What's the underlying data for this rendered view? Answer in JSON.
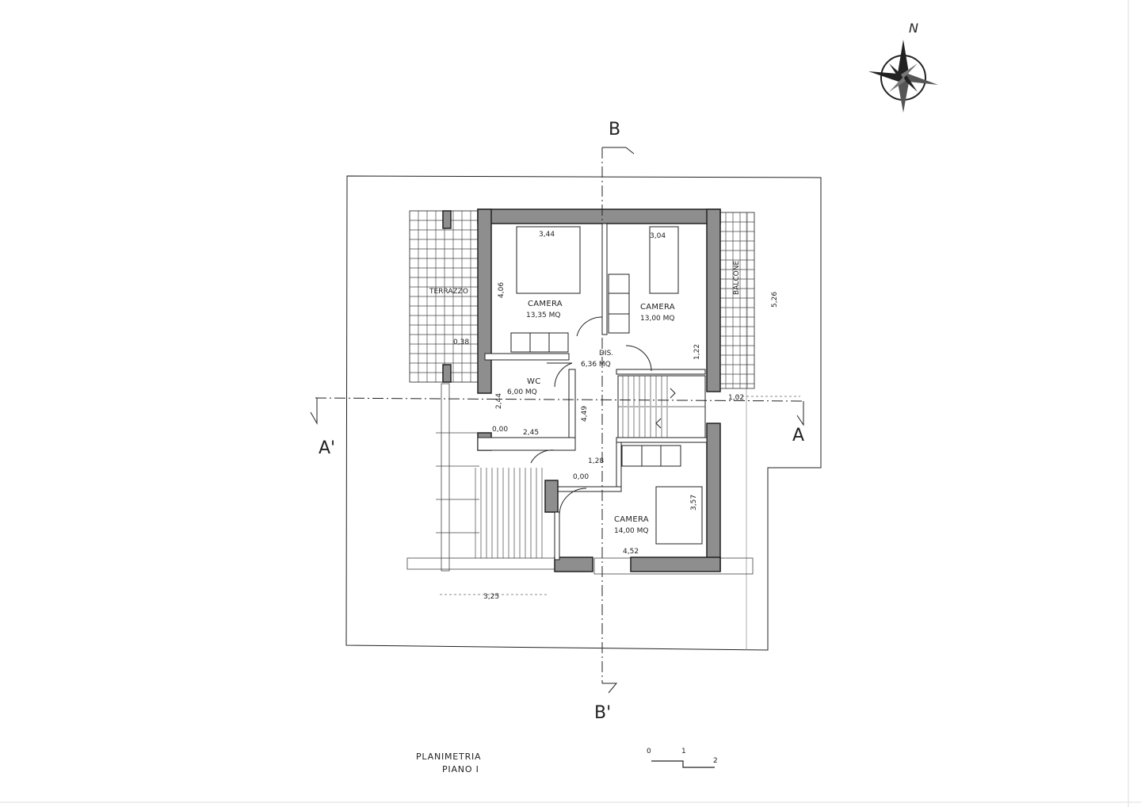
{
  "compass": {
    "north_label": "N"
  },
  "sections": {
    "b_top": "B",
    "b_bottom": "B'",
    "a_right": "A",
    "a_left": "A'"
  },
  "rooms": {
    "camera1": {
      "name": "CAMERA",
      "area": "13,35 MQ"
    },
    "camera2": {
      "name": "CAMERA",
      "area": "13,00 MQ"
    },
    "camera3": {
      "name": "CAMERA",
      "area": "14,00 MQ"
    },
    "wc": {
      "name": "WC",
      "area": "6,00 MQ"
    },
    "dis": {
      "name": "DIS.",
      "area": "6,36 MQ"
    },
    "terrazzo": {
      "name": "TERRAZZO"
    },
    "balcone": {
      "name": "BALCONE"
    }
  },
  "dimensions": {
    "d344": "3,44",
    "d304": "3,04",
    "d406": "4,06",
    "d526": "5,26",
    "d038": "0,38",
    "d122": "1,22",
    "d102": "1,02",
    "d244": "2,44",
    "d000a": "0,00",
    "d245": "2,45",
    "d449": "4,49",
    "d128": "1,28",
    "d000b": "0,00",
    "d357": "3,57",
    "d452": "4,52",
    "d325": "3,25"
  },
  "title": {
    "line1": "PLANIMETRIA",
    "line2": "PIANO I"
  },
  "scale_bar": {
    "t0": "0",
    "t1": "1",
    "t2": "2"
  }
}
